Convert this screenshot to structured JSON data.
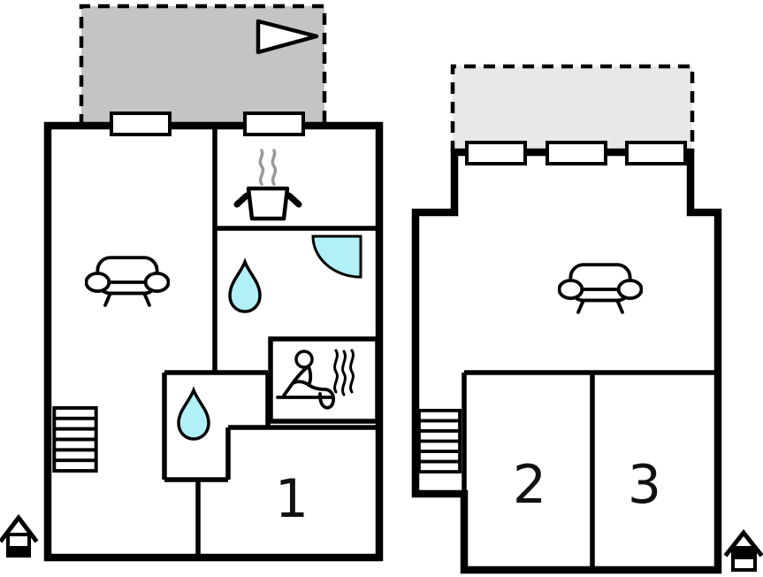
{
  "diagram_type": "floor-plan",
  "colors": {
    "wall": "#000000",
    "background": "#ffffff",
    "terrace_dark": "#c4c4c4",
    "terrace_light": "#e8e8e8",
    "water": "#b2f0f7",
    "steam": "#999999",
    "label": "#111111"
  },
  "ground_floor": {
    "bedroom_label": "1",
    "features": [
      "terrace",
      "direction-arrow",
      "sofa",
      "kitchen-stove",
      "water-drop",
      "shower",
      "sauna",
      "stairs",
      "entrance-house-marker"
    ]
  },
  "upper_floor": {
    "bedroom_left_label": "2",
    "bedroom_right_label": "3",
    "features": [
      "balcony",
      "three-windows",
      "sofa",
      "stairs",
      "entrance-house-marker"
    ]
  }
}
